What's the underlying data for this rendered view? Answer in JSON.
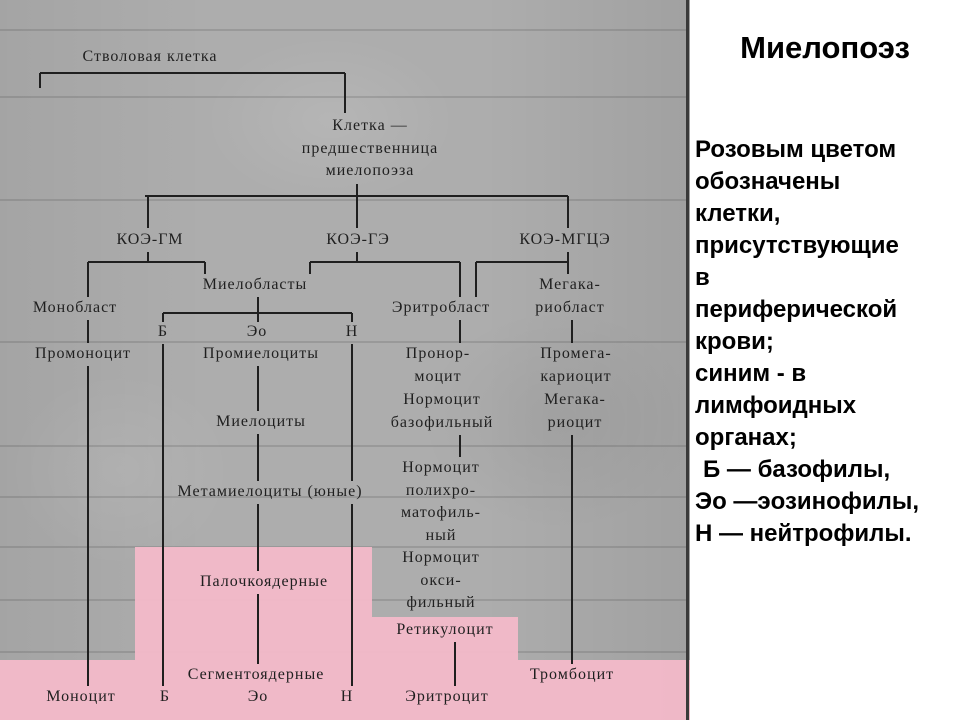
{
  "slide": {
    "title": "Миелопоэз",
    "legend_lines": [
      "Розовым цветом",
      "обозначены",
      "клетки,",
      "присутствующие",
      "в",
      "периферической",
      "крови;",
      "синим - в",
      "лимфоидных",
      "органах;",
      "Б — базофилы,",
      "Эо —эозинофилы,",
      "Н — нейтрофилы."
    ]
  },
  "diagram": {
    "stem_cell": "Стволовая клетка",
    "progenitor_lines": [
      "Клетка —",
      "предшественница",
      "миелопоэза"
    ],
    "cfu_gm": "КОЭ-ГМ",
    "cfu_ge": "КОЭ-ГЭ",
    "cfu_mgce": "КОЭ-МГЦЭ",
    "monocytic": {
      "blast": "Монобласт",
      "pro": "Промоноцит",
      "mature": "Моноцит"
    },
    "granulocytic": {
      "blast": "Миелобласты",
      "branches": [
        "Б",
        "Эо",
        "Н"
      ],
      "pro": "Промиелоциты",
      "myelo": "Миелоциты",
      "metamyelo": "Метамиелоциты (юные)",
      "band": "Палочкоядерные",
      "segmented": "Сегментоядерные",
      "mature": [
        "Б",
        "Эо",
        "Н"
      ]
    },
    "erythroid": {
      "blast": "Эритробласт",
      "pronormo": [
        "Пронор-",
        "моцит"
      ],
      "normo_baso": [
        "Нормоцит",
        "базофильный"
      ],
      "normo_poly": [
        "Нормоцит",
        "полихро-",
        "матофиль-",
        "ный"
      ],
      "normo_oxy": [
        "Нормоцит",
        "окси-",
        "фильный"
      ],
      "reticulocyte": "Ретикулоцит",
      "mature": "Эритроцит"
    },
    "megakaryocytic": {
      "blast": [
        "Мегака-",
        "риобласт"
      ],
      "pro": [
        "Промега-",
        "кариоцит"
      ],
      "mega": [
        "Мегака-",
        "риоцит"
      ],
      "mature": "Тромбоцит"
    }
  },
  "colors": {
    "panel_background": "#adadad",
    "highlight_pink": "#f2b9c9",
    "diagram_ink": "#1f1f1f",
    "slide_background": "#ffffff",
    "text_color": "#000000"
  }
}
